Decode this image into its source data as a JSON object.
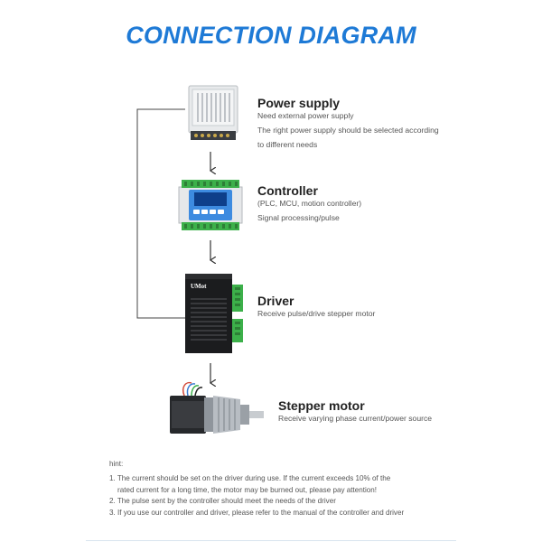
{
  "title": "CONNECTION DIAGRAM",
  "components": [
    {
      "name": "Power supply",
      "lines": [
        "Need external power supply",
        "The right power supply should be selected according",
        "to different needs"
      ]
    },
    {
      "name": "Controller",
      "lines": [
        "(PLC, MCU, motion controller)",
        "Signal processing/pulse"
      ]
    },
    {
      "name": "Driver",
      "lines": [
        "Receive pulse/drive stepper motor"
      ]
    },
    {
      "name": "Stepper motor",
      "lines": [
        "Receive varying phase current/power source"
      ]
    }
  ],
  "driver_brand": "UMot",
  "hint": {
    "label": "hint:",
    "lines": [
      "1. The current should be set on the driver during use. If the current exceeds 10% of the",
      "rated current for a long time, the motor may be burned out, please pay attention!",
      "2. The pulse sent by the controller should meet the needs of the driver",
      "3. If you use our controller and driver, please refer to the manual of the controller and driver"
    ]
  },
  "colors": {
    "title": "#1e7ad6",
    "lines": "#333333",
    "controller_screen": "#1d6fd0",
    "terminal_green": "#3cb04a"
  },
  "icons": [
    "power-supply-image",
    "controller-image",
    "driver-image",
    "stepper-motor-image"
  ]
}
